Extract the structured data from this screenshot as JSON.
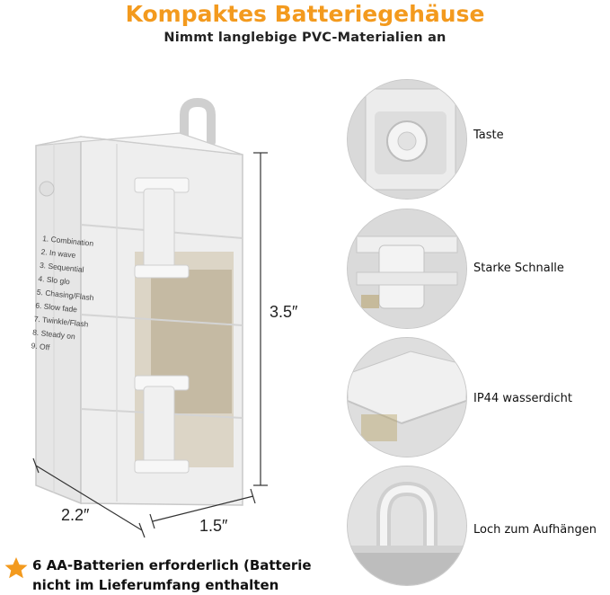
{
  "header": {
    "title": "Kompaktes Batteriegehäuse",
    "subtitle": "Nimmt langlebige PVC-Materialien an"
  },
  "product": {
    "modes": [
      "1. Combination",
      "2. In wave",
      "3. Sequential",
      "4. Slo glo",
      "5. Chasing/Flash",
      "6. Slow fade",
      "7. Twinkle/Flash",
      "8. Steady on",
      "9. Off"
    ],
    "dimensions": {
      "height": "3.5″",
      "width": "2.2″",
      "depth": "1.5″"
    }
  },
  "features": [
    {
      "label": "Taste",
      "icon": "button-icon"
    },
    {
      "label": "Starke Schnalle",
      "icon": "buckle-icon"
    },
    {
      "label": "IP44 wasserdicht",
      "icon": "waterproof-icon"
    },
    {
      "label": "Loch zum Aufhängen",
      "icon": "hanging-hole-icon"
    }
  ],
  "note": {
    "line1": "6 AA-Batterien erforderlich (Batterie",
    "line2": "nicht im Lieferumfang enthalten"
  },
  "colors": {
    "accent": "#f39a1e"
  }
}
